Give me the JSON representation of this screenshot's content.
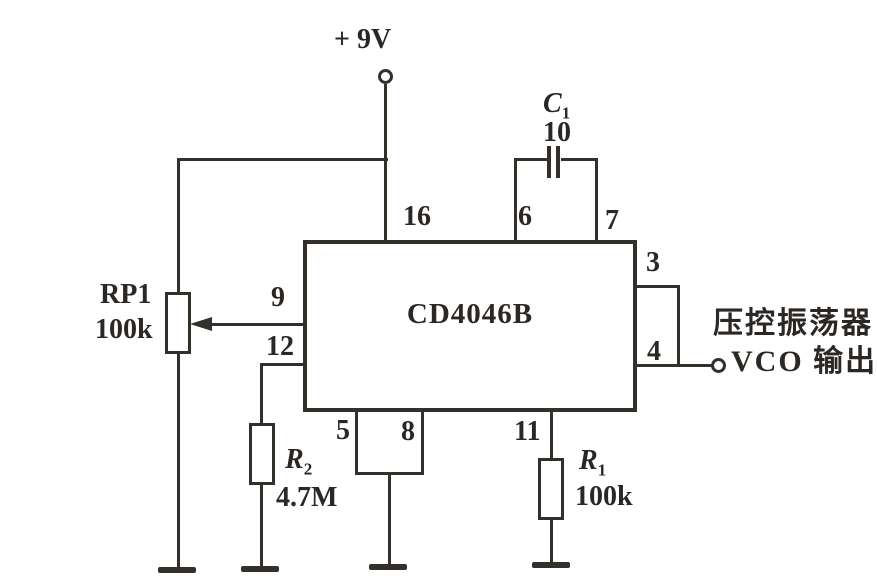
{
  "colors": {
    "line": "#332f2b",
    "text": "#2b2724",
    "bg": "#ffffff"
  },
  "power_label": "+ 9V",
  "ic_label": "CD4046B",
  "pins": {
    "p3": "3",
    "p4": "4",
    "p5": "5",
    "p6": "6",
    "p7": "7",
    "p8": "8",
    "p9": "9",
    "p11": "11",
    "p12": "12",
    "p16": "16"
  },
  "components": {
    "rp1": {
      "name": "RP1",
      "value": "100k"
    },
    "r1": {
      "name": "R",
      "sub": "1",
      "value": "100k"
    },
    "r2": {
      "name": "R",
      "sub": "2",
      "value": "4.7M"
    },
    "c1": {
      "name": "C",
      "sub": "1",
      "value": "10"
    }
  },
  "output": {
    "line1": "压控振荡器",
    "line2": "VCO 输出"
  }
}
